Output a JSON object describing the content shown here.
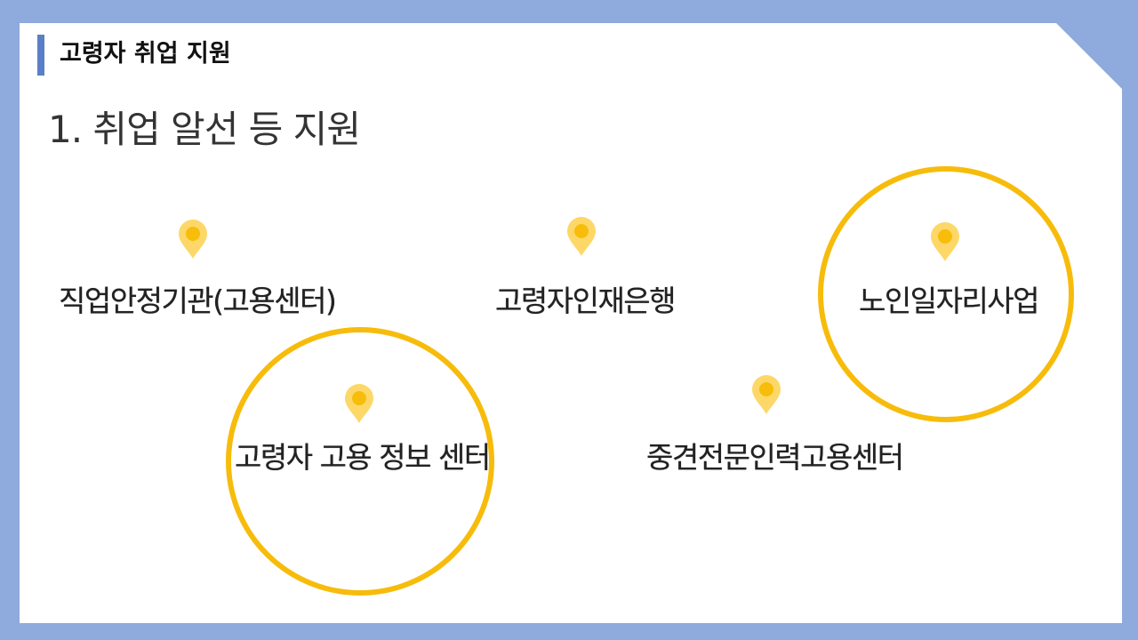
{
  "header": {
    "title": "고령자 취업 지원"
  },
  "section": {
    "title": "1. 취업 알선  등 지원"
  },
  "items": [
    {
      "label": "직업안정기관(고용센터)",
      "icon": "map-pin-icon",
      "highlighted": false
    },
    {
      "label": "고령자인재은행",
      "icon": "map-pin-icon",
      "highlighted": false
    },
    {
      "label": "노인일자리사업",
      "icon": "map-pin-icon",
      "highlighted": true
    },
    {
      "label": "고령자 고용 정보 센터",
      "icon": "map-pin-icon",
      "highlighted": true
    },
    {
      "label": "중견전문인력고용센터",
      "icon": "map-pin-icon",
      "highlighted": false
    }
  ],
  "colors": {
    "frame": "#8faadc",
    "accent_bar": "#5b7fc7",
    "highlight_ring": "#f7bc0b",
    "pin_outer": "#fdd868",
    "pin_inner": "#f8bd0b"
  }
}
